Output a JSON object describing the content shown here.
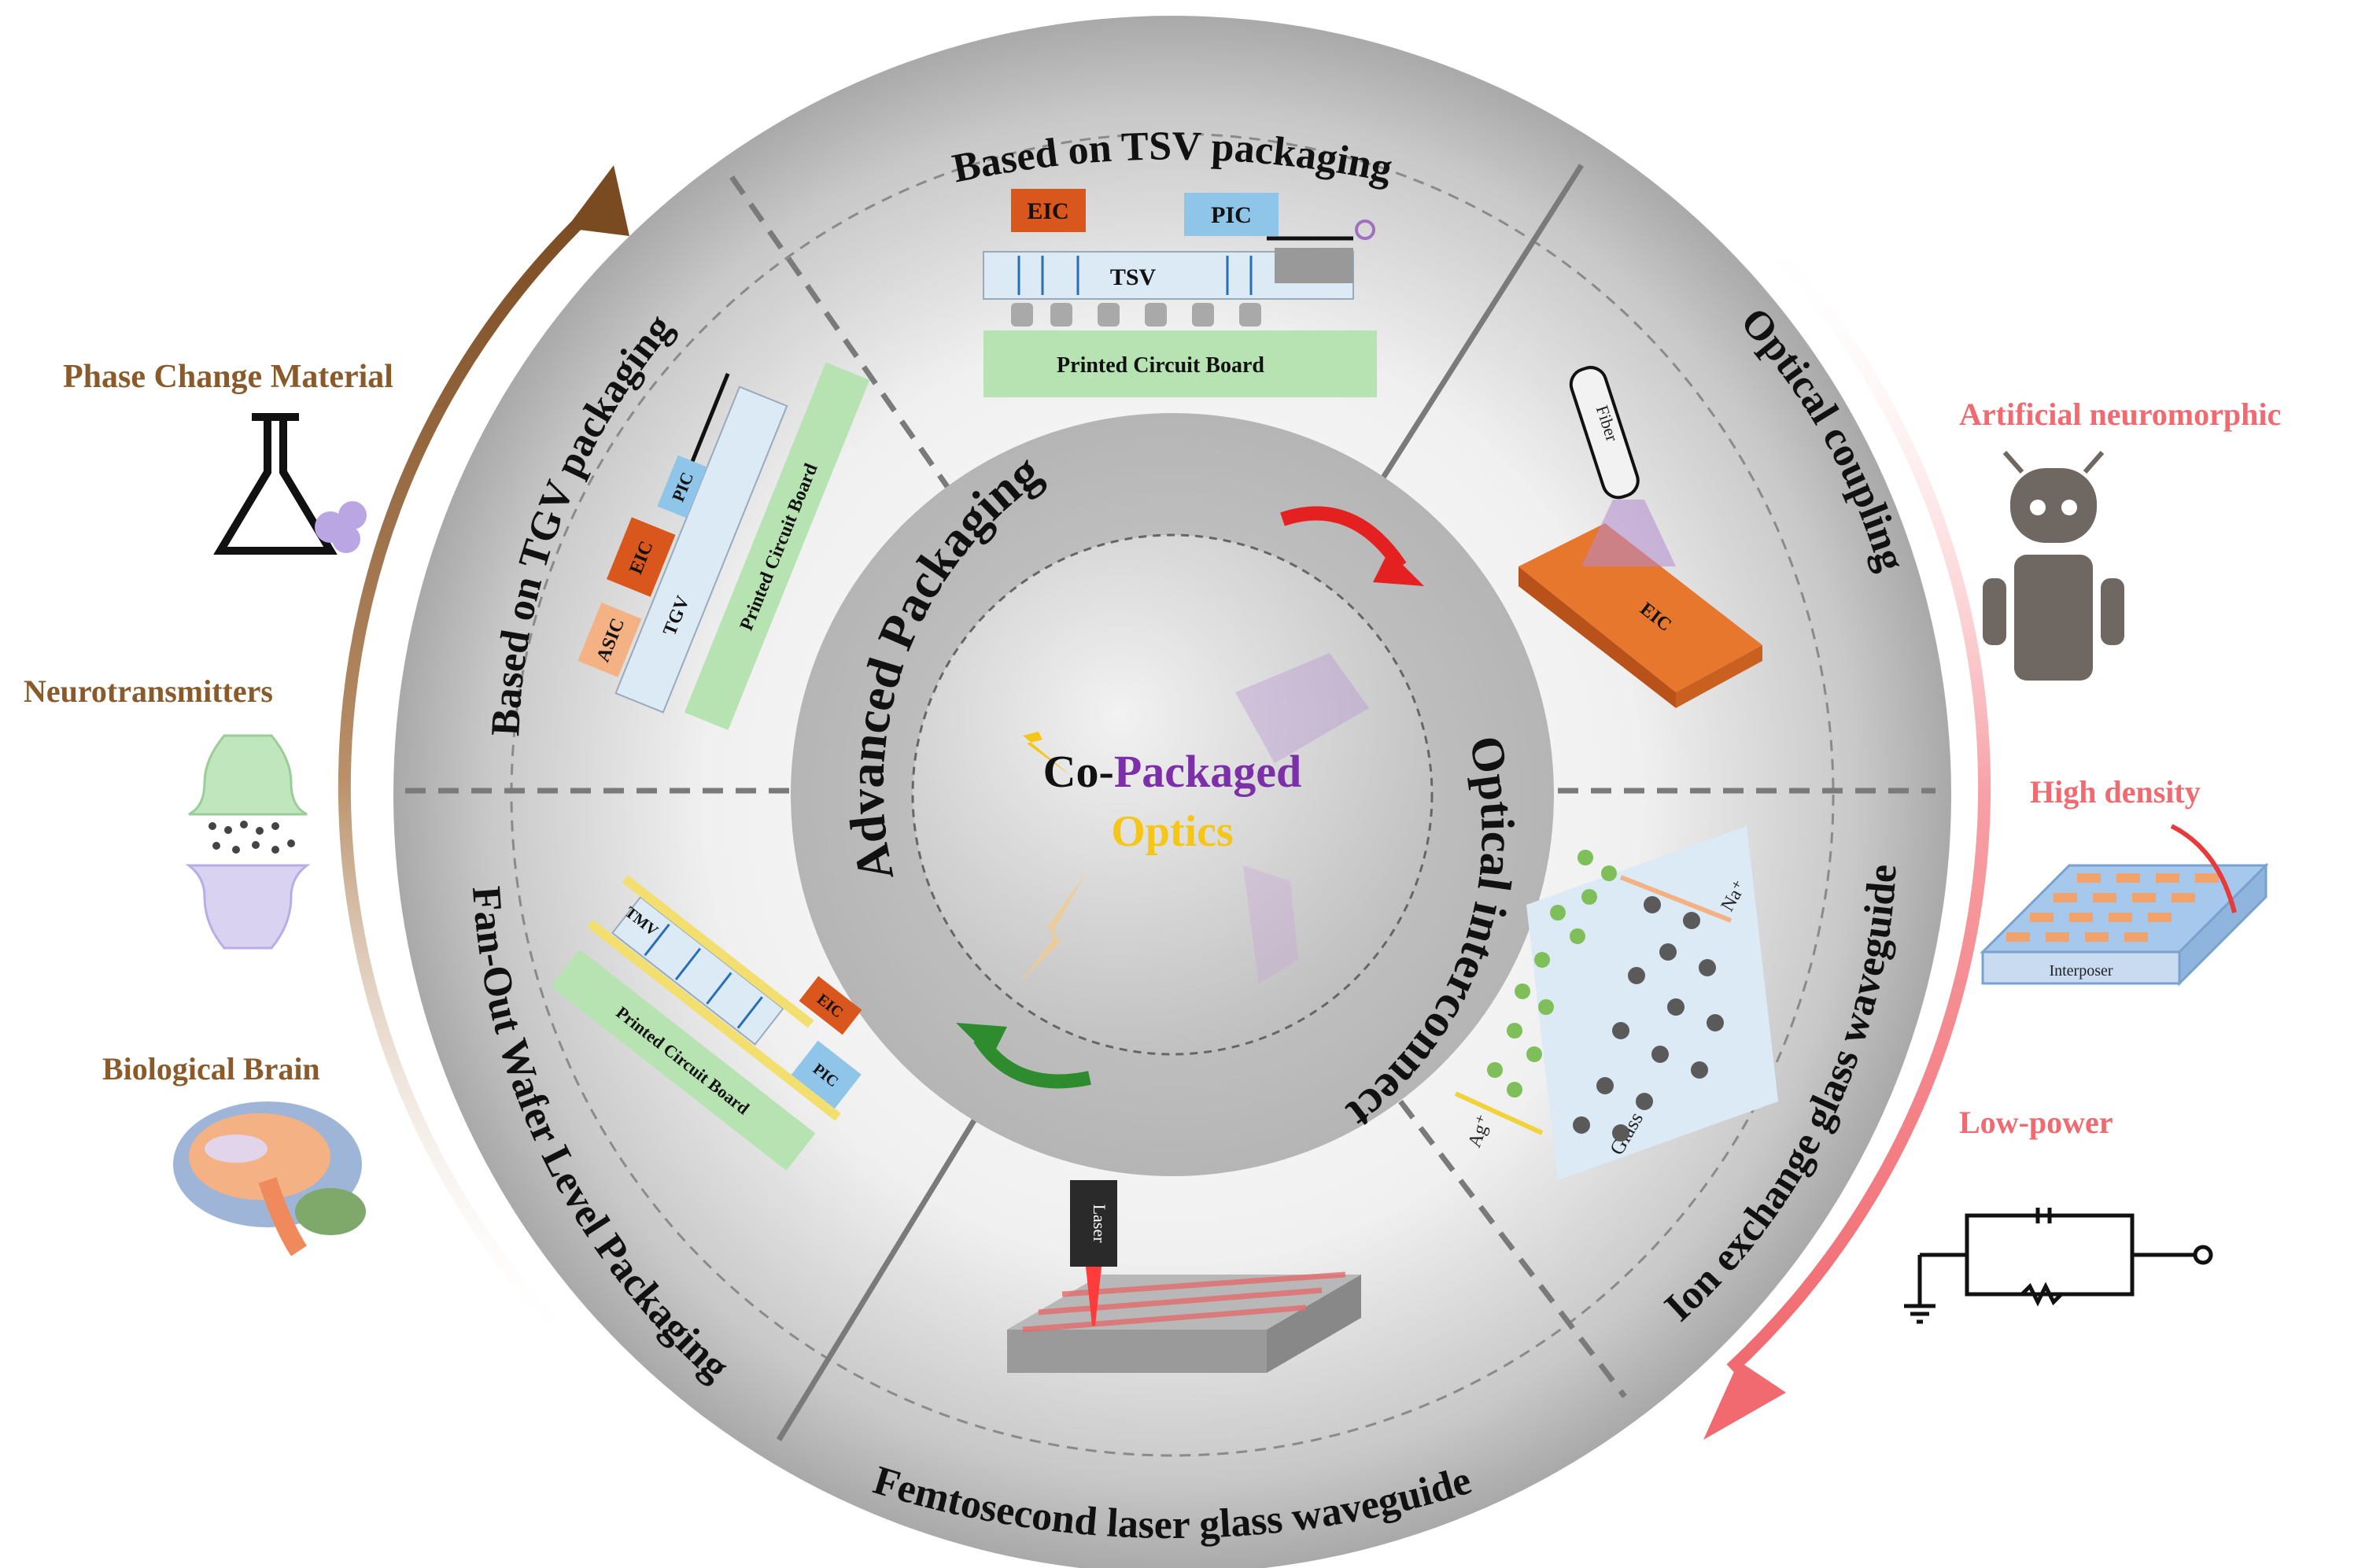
{
  "center": {
    "title_co": "Co-",
    "title_packaged": "Packaged",
    "title_optics": "Optics"
  },
  "inner_ring": {
    "left": "Advanced Packaging",
    "right": "Optical interconnect"
  },
  "sectors": {
    "tsv": "Based on TSV packaging",
    "tgv": "Based on TGV packaging",
    "fanout": "Fan-Out Wafer Level Packaging",
    "femto": "Femtosecond laser glass waveguide",
    "ion": "Ion exchange glass waveguide",
    "coupling": "Optical coupling"
  },
  "tsv_diagram": {
    "eic": "EIC",
    "pic": "PIC",
    "tsv": "TSV",
    "pcb": "Printed Circuit Board"
  },
  "tgv_diagram": {
    "eic": "EIC",
    "pic": "PIC",
    "asic": "ASIC",
    "tgv": "TGV",
    "pcb": "Printed Circuit Board"
  },
  "fanout_diagram": {
    "tmv": "TMV",
    "eic": "EIC",
    "pic": "PIC",
    "pcb": "Printed Circuit Board"
  },
  "coupling_diagram": {
    "fiber": "Fiber",
    "eic": "EIC"
  },
  "ion_diagram": {
    "na": "Na⁺",
    "ag": "Ag⁺",
    "glass": "Glass"
  },
  "femto_diagram": {
    "laser": "Laser"
  },
  "left_side": {
    "items": [
      "Phase Change Material",
      "Neurotransmitters",
      "Biological Brain"
    ]
  },
  "right_side": {
    "items": [
      "Artificial neuromorphic",
      "High density",
      "Low-power"
    ],
    "interposer": "Interposer"
  },
  "colors": {
    "eic": "#d9561c",
    "pic": "#8ec5e8",
    "pcb": "#b7e2b2",
    "brown_arrow": "#8a5a2b",
    "red_arrow": "#f06a70",
    "packaged": "#7b2fa8",
    "optics": "#f5c518"
  }
}
